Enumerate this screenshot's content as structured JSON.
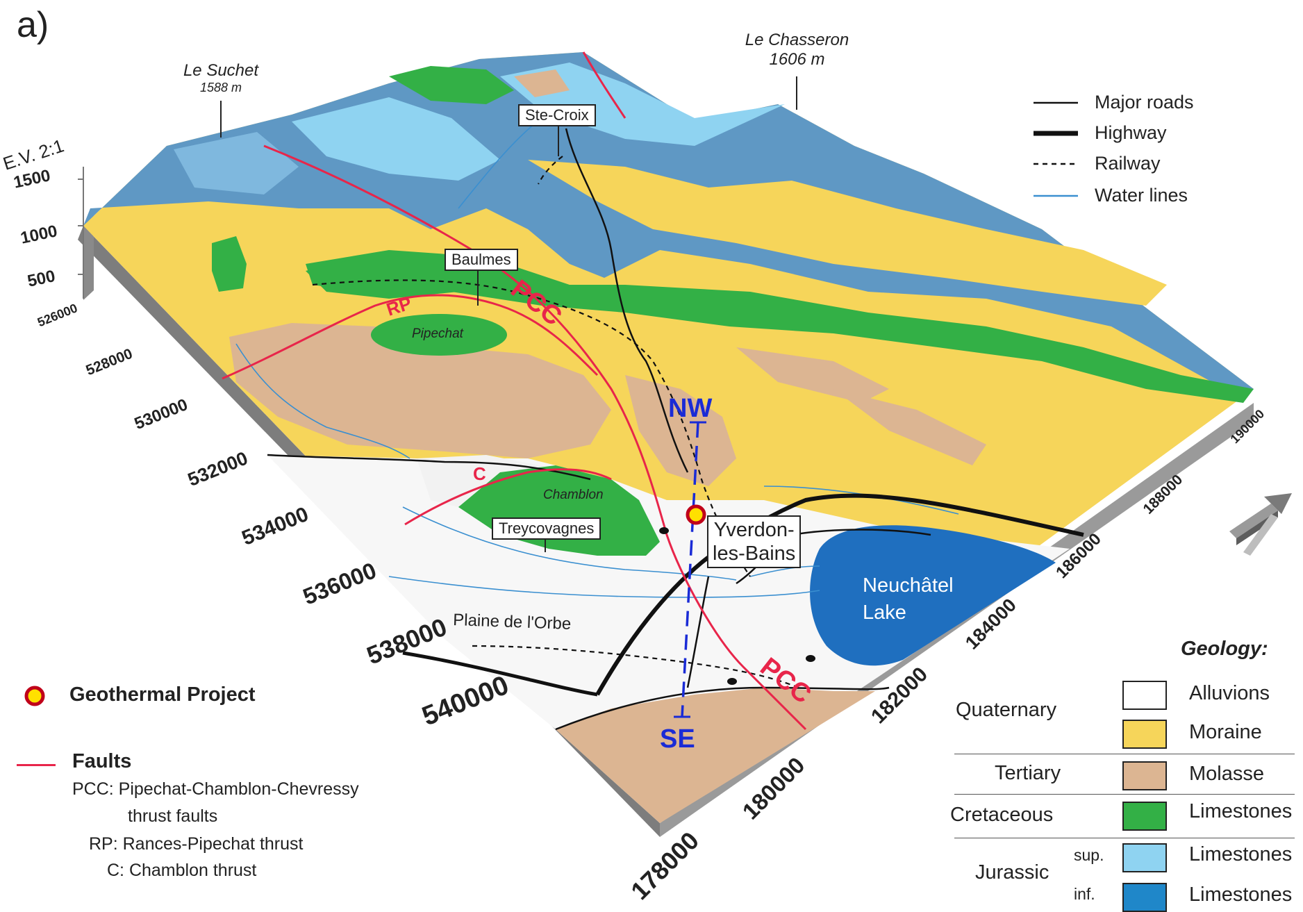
{
  "panel_label": "a)",
  "peaks": [
    {
      "name": "Le Suchet",
      "elevation": "1588 m"
    },
    {
      "name": "Le Chasseron",
      "elevation": "1606 m"
    }
  ],
  "vertical_exaggeration": "E.V. 2:1",
  "elevation_ticks": [
    "1500",
    "1000",
    "500"
  ],
  "left_axis_ticks": [
    "526000",
    "528000",
    "530000",
    "532000",
    "534000",
    "536000",
    "538000",
    "540000"
  ],
  "right_axis_ticks": [
    "178000",
    "180000",
    "182000",
    "184000",
    "186000",
    "188000",
    "190000"
  ],
  "places": {
    "ste_croix": "Ste-Croix",
    "baulmes": "Baulmes",
    "treycovagnes": "Treycovagnes",
    "yverdon_line1": "Yverdon-",
    "yverdon_line2": "les-Bains"
  },
  "map_labels": {
    "pipechat": "Pipechat",
    "chamblon": "Chamblon",
    "plaine": "Plaine de l'Orbe",
    "lake_line1": "Neuchâtel",
    "lake_line2": "Lake",
    "rp": "RP",
    "pcc_top": "PCC",
    "pcc_bottom": "PCC",
    "c": "C",
    "nw": "NW",
    "se": "SE"
  },
  "line_legend": [
    {
      "label": "Major roads",
      "style": "thin"
    },
    {
      "label": "Highway",
      "style": "thick"
    },
    {
      "label": "Railway",
      "style": "dashed"
    },
    {
      "label": "Water lines",
      "style": "water"
    }
  ],
  "geothermal_label": "Geothermal Project",
  "faults": {
    "title": "Faults",
    "pcc_line1": "PCC: Pipechat-Chamblon-Chevressy",
    "pcc_line2": "thrust faults",
    "rp": "RP: Rances-Pipechat thrust",
    "c": "C: Chamblon thrust"
  },
  "geology": {
    "title": "Geology:",
    "eras": {
      "quaternary": "Quaternary",
      "tertiary": "Tertiary",
      "cretaceous": "Cretaceous",
      "jurassic": "Jurassic",
      "sup": "sup.",
      "inf": "inf."
    },
    "units": [
      {
        "label": "Alluvions",
        "color": "#ffffff"
      },
      {
        "label": "Moraine",
        "color": "#f6d55a"
      },
      {
        "label": "Molasse",
        "color": "#dcb592"
      },
      {
        "label": "Limestones",
        "color": "#33b046"
      },
      {
        "label": "Limestones",
        "color": "#8fd3f1"
      },
      {
        "label": "Limestones",
        "color": "#1f87c9"
      }
    ]
  },
  "colors": {
    "fault": "#e8254a",
    "section_line": "#1a2bd6",
    "lake": "#1f6fbf",
    "water": "#3a8fd0",
    "project_fill": "#ffe000",
    "project_ring": "#c0001a"
  }
}
